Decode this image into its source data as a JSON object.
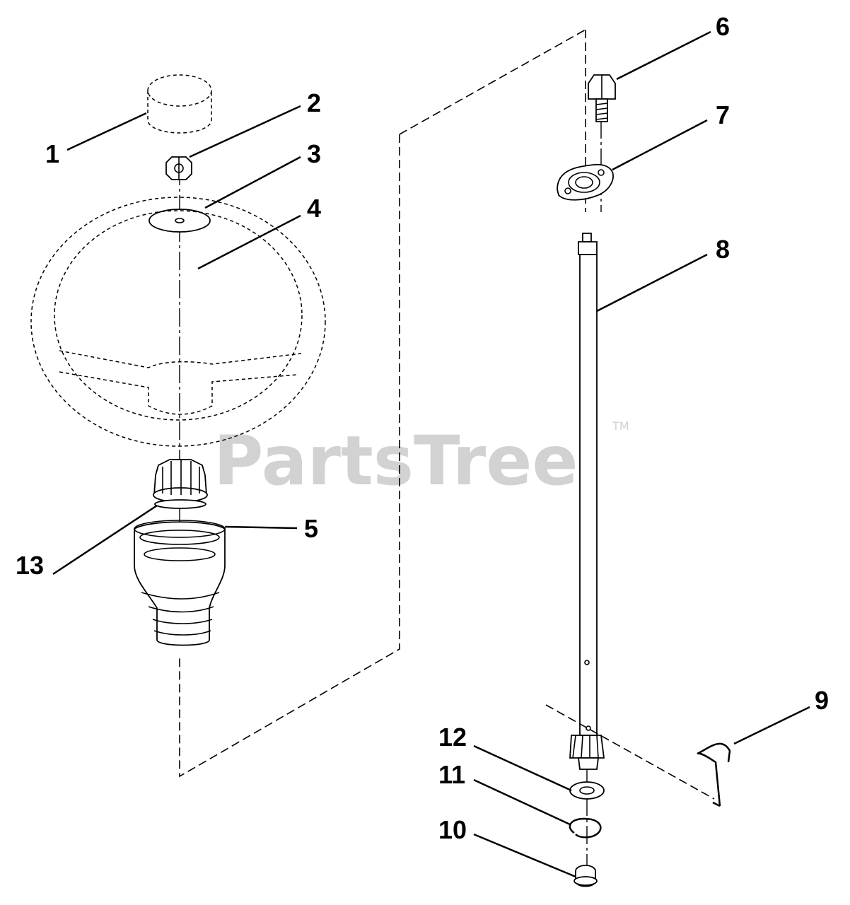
{
  "watermark": {
    "text": "PartsTree",
    "trademark": "TM"
  },
  "callouts": [
    {
      "id": "1",
      "label": "1"
    },
    {
      "id": "2",
      "label": "2"
    },
    {
      "id": "3",
      "label": "3"
    },
    {
      "id": "4",
      "label": "4"
    },
    {
      "id": "5",
      "label": "5"
    },
    {
      "id": "6",
      "label": "6"
    },
    {
      "id": "7",
      "label": "7"
    },
    {
      "id": "8",
      "label": "8"
    },
    {
      "id": "9",
      "label": "9"
    },
    {
      "id": "10",
      "label": "10"
    },
    {
      "id": "11",
      "label": "11"
    },
    {
      "id": "12",
      "label": "12"
    },
    {
      "id": "13",
      "label": "13"
    }
  ],
  "colors": {
    "line": "#000000",
    "watermark": "#d2d2d2",
    "background": "#ffffff"
  }
}
